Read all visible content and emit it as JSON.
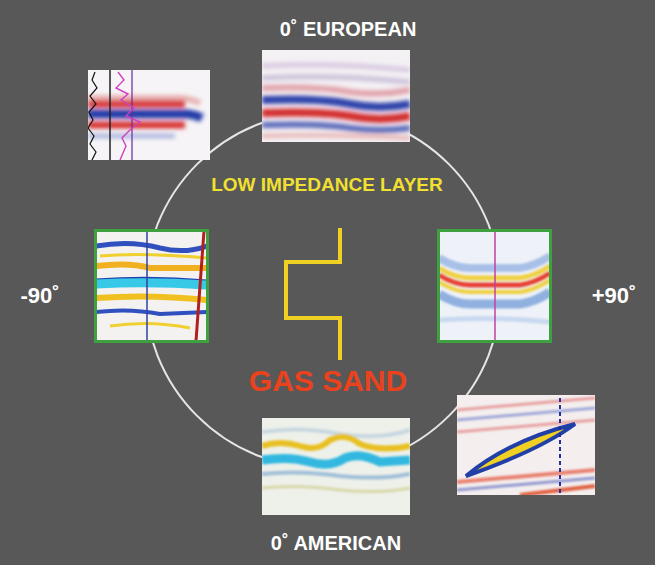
{
  "diagram": {
    "labels": [
      "0˚ EUROPEAN",
      "LOW IMPEDANCE LAYER",
      "-90˚",
      "+90˚",
      "GAS SAND",
      "0˚ AMERICAN"
    ]
  }
}
